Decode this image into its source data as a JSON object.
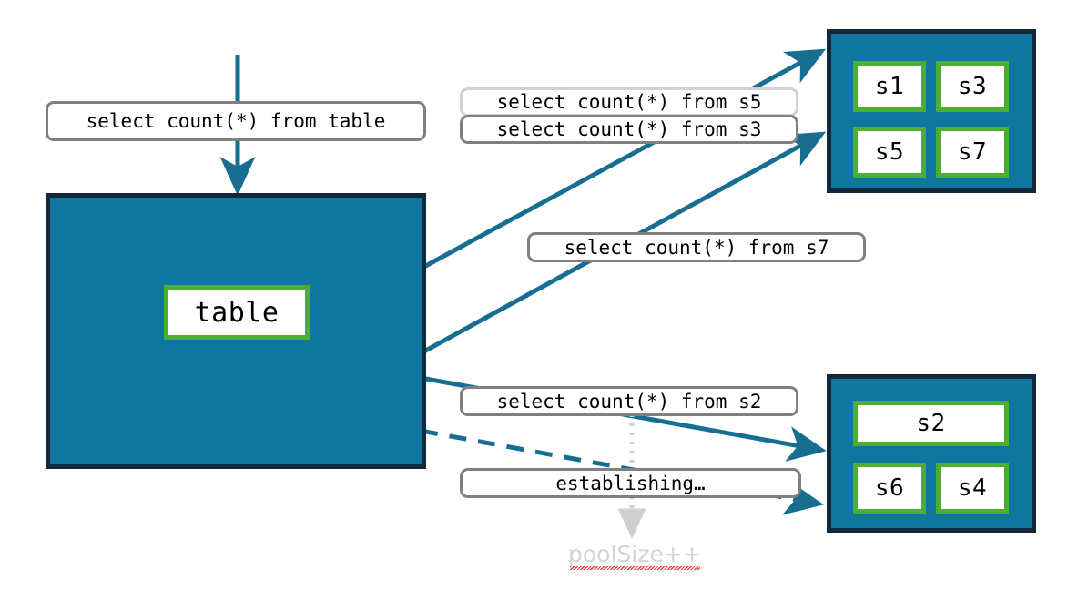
{
  "diagram": {
    "title": "Connection pool query routing diagram",
    "colors": {
      "panel_fill": "#0f76a0",
      "panel_border": "#11293b",
      "node_border": "#4caf32",
      "node_fill": "#ffffff",
      "arrow": "#176e91",
      "chip_border": "#808080",
      "chip_border_muted": "#d2d2d2",
      "annotation_text": "#d4d4d4",
      "spellcheck_underline": "#ff2d2d",
      "dotted_arrow": "#cfcfcf"
    }
  },
  "client": {
    "query_label": "select count(*) from table",
    "db_panel": {
      "name": "database-panel",
      "node_label": "table"
    }
  },
  "queries": [
    {
      "id": "q-s5",
      "label": "select count(*) from s5",
      "style": "muted"
    },
    {
      "id": "q-s3",
      "label": "select count(*) from s3",
      "style": "normal"
    },
    {
      "id": "q-s7",
      "label": "select count(*) from s7",
      "style": "normal"
    },
    {
      "id": "q-s2",
      "label": "select count(*) from s2",
      "style": "normal"
    },
    {
      "id": "q-establishing",
      "label": "establishing…",
      "style": "normal"
    }
  ],
  "pools": [
    {
      "name": "server-pool-top",
      "nodes": [
        {
          "label": "s1"
        },
        {
          "label": "s3"
        },
        {
          "label": "s5"
        },
        {
          "label": "s7"
        }
      ]
    },
    {
      "name": "server-pool-bottom",
      "nodes": [
        {
          "label": "s2"
        },
        {
          "label": "s6"
        },
        {
          "label": "s4"
        }
      ]
    }
  ],
  "annotations": {
    "pool_size": "poolSize++"
  }
}
